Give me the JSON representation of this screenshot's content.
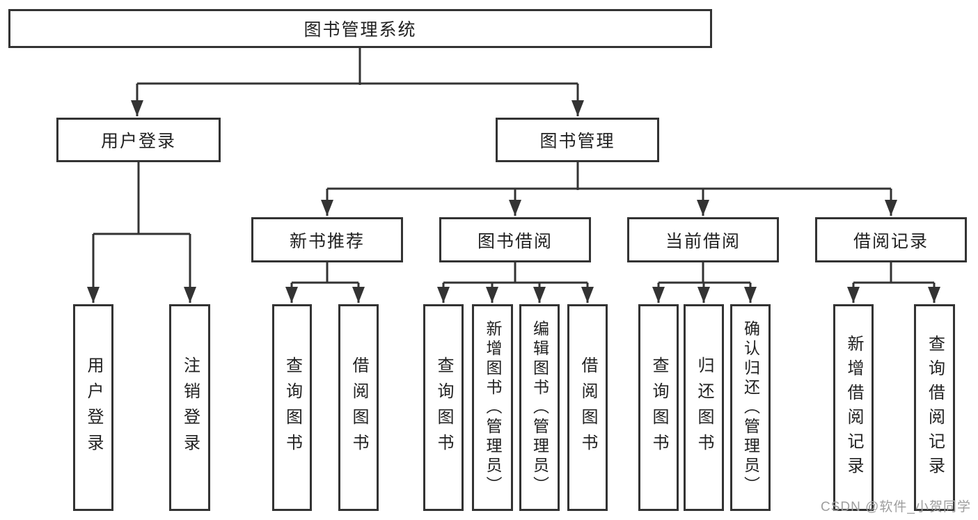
{
  "tree": {
    "root": {
      "label": "图书管理系统"
    },
    "level2": [
      {
        "label": "用户登录",
        "children": [
          {
            "label": "用户登录"
          },
          {
            "label": "注销登录"
          }
        ]
      },
      {
        "label": "图书管理",
        "children": [
          {
            "label": "新书推荐",
            "children": [
              {
                "label": "查询图书"
              },
              {
                "label": "借阅图书"
              }
            ]
          },
          {
            "label": "图书借阅",
            "children": [
              {
                "label": "查询图书"
              },
              {
                "label": "新增图书（管理员）"
              },
              {
                "label": "编辑图书（管理员）"
              },
              {
                "label": "借阅图书"
              }
            ]
          },
          {
            "label": "当前借阅",
            "children": [
              {
                "label": "查询图书"
              },
              {
                "label": "归还图书"
              },
              {
                "label": "确认归还（管理员）"
              }
            ]
          },
          {
            "label": "借阅记录",
            "children": [
              {
                "label": "新增借阅记录"
              },
              {
                "label": "查询借阅记录"
              }
            ]
          }
        ]
      }
    ]
  },
  "watermark": {
    "text": "CSDN @软件_小贺同学"
  },
  "colors": {
    "line": "#333333",
    "text": "#212121",
    "watermark": "#9e9e9e",
    "background": "#ffffff"
  }
}
